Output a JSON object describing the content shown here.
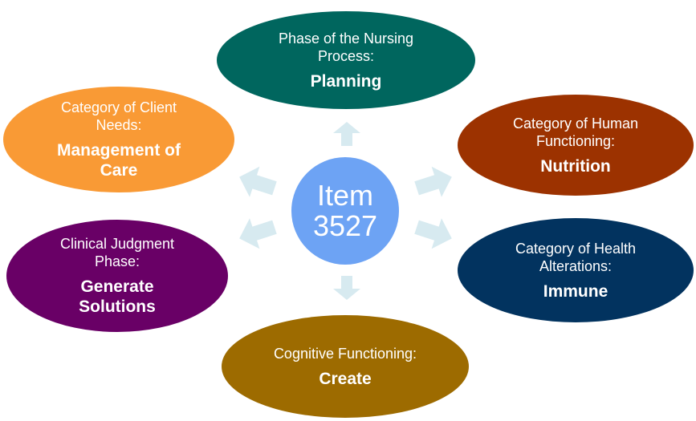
{
  "center": {
    "line1": "Item",
    "line2": "3527",
    "color": "#6da3f4"
  },
  "arrow_color": "#d7eaf0",
  "nodes": {
    "nursing_process": {
      "category_lines": [
        "Phase of the Nursing",
        "Process:"
      ],
      "value_lines": [
        "Planning"
      ],
      "color": "#00665e"
    },
    "human_functioning": {
      "category_lines": [
        "Category of Human",
        "Functioning:"
      ],
      "value_lines": [
        "Nutrition"
      ],
      "color": "#9c3200"
    },
    "health_alterations": {
      "category_lines": [
        "Category of Health",
        "Alterations:"
      ],
      "value_lines": [
        "Immune"
      ],
      "color": "#02335f"
    },
    "cognitive_functioning": {
      "category_lines": [
        "Cognitive Functioning:"
      ],
      "value_lines": [
        "Create"
      ],
      "color": "#9d6b00"
    },
    "clinical_judgment": {
      "category_lines": [
        "Clinical Judgment",
        "Phase:"
      ],
      "value_lines": [
        "Generate",
        "Solutions"
      ],
      "color": "#690066"
    },
    "client_needs": {
      "category_lines": [
        "Category of Client",
        "Needs:"
      ],
      "value_lines": [
        "Management of",
        "Care"
      ],
      "color": "#f99a35"
    }
  }
}
